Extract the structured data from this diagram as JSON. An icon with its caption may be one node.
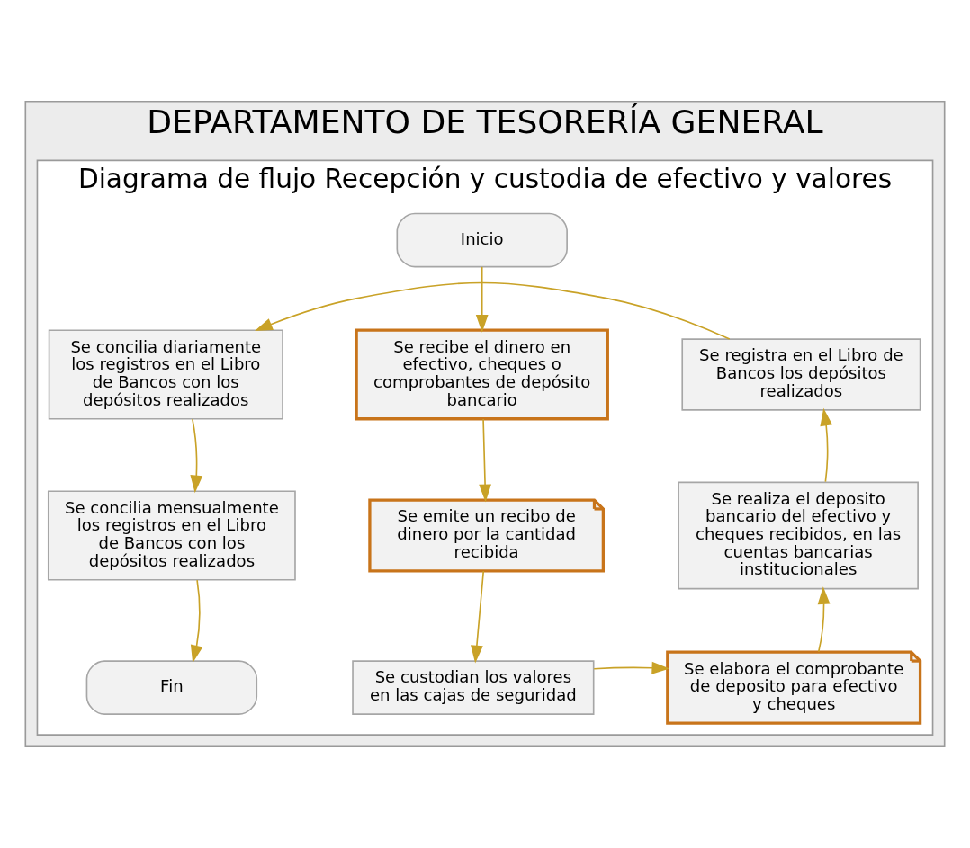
{
  "diagram": {
    "nodes": [
      {
        "text": [
          "DEPARTAMENTO DE TESORERÍA GENERAL"
        ]
      },
      {
        "text": [
          "Diagrama de flujo Recepción y custodia de efectivo y valores"
        ],
        "in": 0
      },
      {
        "text": [
          "Inicio"
        ],
        "in": 1
      },
      {
        "text": [
          "Se recibe el dinero en efectivo, cheques o comprobantes de depósito bancario"
        ],
        "in": 1
      },
      {
        "text": [
          "Se emite un recibo de dinero por la cantidad recibida"
        ],
        "in": 1
      },
      {
        "text": [
          "Se custodian los valores en las cajas de seguridad"
        ],
        "in": 1
      },
      {
        "text": [
          "Se elabora el comprobante de deposito para efectivo y cheques"
        ],
        "in": 1
      },
      {
        "text": [
          "Se realiza el deposito bancario del efectivo y cheques recibidos, en las cuentas bancarias institucionales"
        ],
        "in": 1
      },
      {
        "text": [
          "Se registra en el Libro de Bancos los depósitos realizados"
        ],
        "in": 1
      },
      {
        "text": [
          "Se concilia diariamente los registros en el Libro de Bancos con los depósitos realizados"
        ],
        "in": 1
      },
      {
        "text": [
          "Se concilia mensualmente los registros en el Libro de Bancos con los depósitos realizados"
        ],
        "in": 1
      },
      {
        "text": [
          "Fin"
        ],
        "in": 1
      }
    ],
    "edges": [
      {
        "from": 2,
        "to": 3,
        "arrow": "to"
      },
      {
        "from": 3,
        "to": 4,
        "arrow": "to"
      },
      {
        "from": 4,
        "to": 5,
        "arrow": "to"
      },
      {
        "from": 5,
        "to": 6,
        "arrow": "to"
      },
      {
        "from": 6,
        "to": 7,
        "arrow": "to"
      },
      {
        "from": 7,
        "to": 8,
        "arrow": "to"
      },
      {
        "from": 8,
        "to": 9,
        "arrow": "to"
      },
      {
        "from": 9,
        "to": 10,
        "arrow": "to"
      },
      {
        "from": 10,
        "to": 11,
        "arrow": "to"
      }
    ]
  }
}
